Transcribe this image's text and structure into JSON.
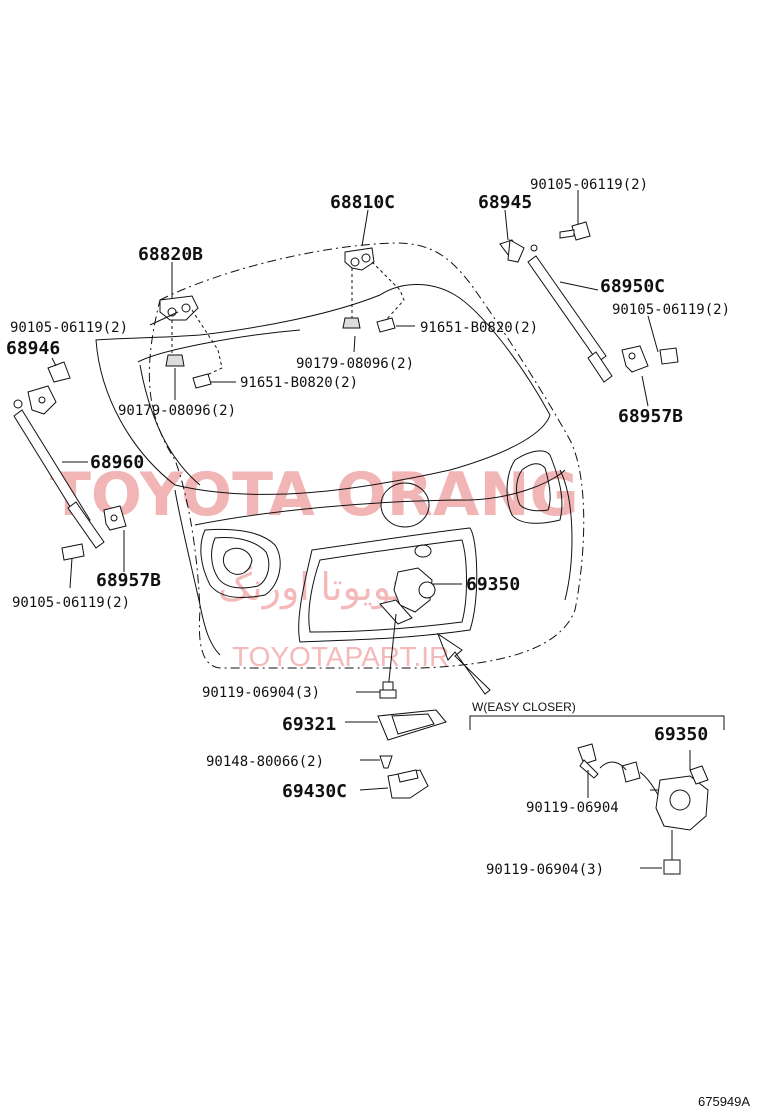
{
  "labels": {
    "p68810C": "68810C",
    "p68945": "68945",
    "p90105_top": "90105-06119(2)",
    "p68820B": "68820B",
    "p68950C": "68950C",
    "p90105_right": "90105-06119(2)",
    "p90105_left": "90105-06119(2)",
    "p91651_upper": "91651-B0820(2)",
    "p68946": "68946",
    "p90179_upper": "90179-08096(2)",
    "p91651_lower": "91651-B0820(2)",
    "p68957B_right": "68957B",
    "p90179_lower": "90179-08096(2)",
    "p68960": "68960",
    "p68957B_left": "68957B",
    "p69350_main": "69350",
    "p90105_bottom": "90105-06119(2)",
    "p90119_3": "90119-06904(3)",
    "p69321": "69321",
    "p90148": "90148-80066(2)",
    "p69430C": "69430C",
    "easy_closer": "W(EASY CLOSER)",
    "p69350_inset": "69350",
    "p90119_inset": "90119-06904",
    "p90119_inset_3": "90119-06904(3)",
    "figure_id": "675949A"
  },
  "watermark": {
    "brand": "TOYOTA ORANG",
    "persian": "تویوتا اورنگ",
    "site": "TOYOTAPART.IR",
    "color": "#e87a7a"
  }
}
